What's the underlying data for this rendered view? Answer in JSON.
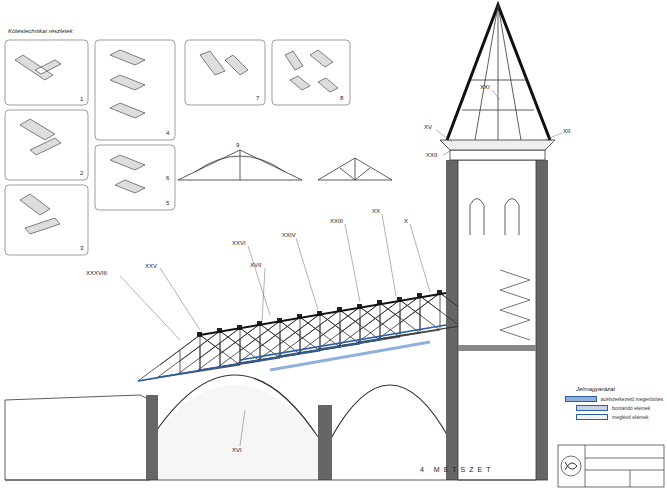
{
  "diagram": {
    "title": "Kötéstechnikai részletek",
    "labels": [
      "1",
      "2",
      "3",
      "4",
      "5",
      "6",
      "7",
      "8",
      "9",
      "XXXVIII",
      "XXV",
      "XXVI",
      "XVII",
      "XXIV",
      "XXIII",
      "XX",
      "X",
      "XV",
      "XXII",
      "XXI",
      "XII",
      "XVI",
      "4 METSZET",
      "Jelmagyarázat"
    ],
    "legend": [
      {
        "text": "acélszerkezetű megerősítés",
        "color": "#8fb0d8"
      },
      {
        "text": "bontandó elemek",
        "color": "#c8d4e6"
      },
      {
        "text": "meglévő elemek",
        "color": "#f0f0f0"
      }
    ]
  }
}
